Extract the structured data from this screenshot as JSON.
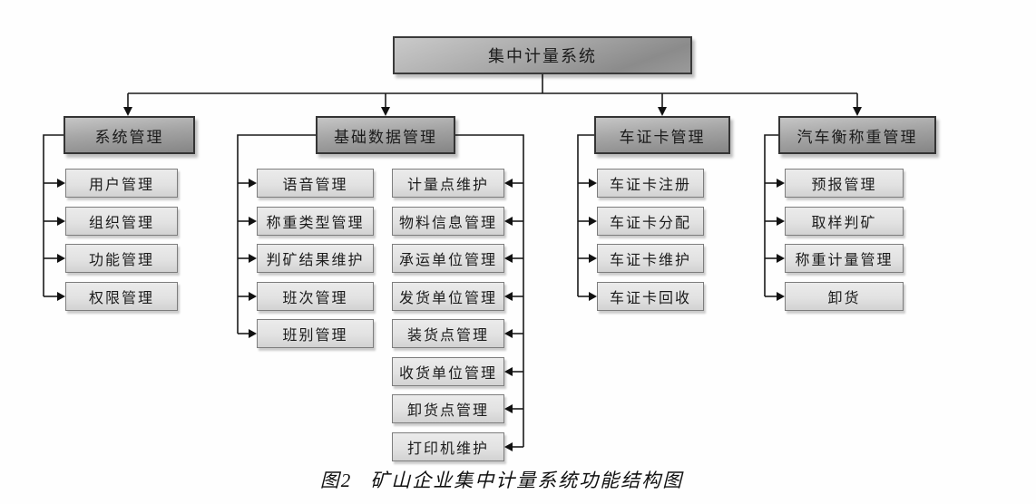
{
  "figure": {
    "root_label": "集中计量系统",
    "branches": [
      {
        "title": "系统管理",
        "children": [
          "用户管理",
          "组织管理",
          "功能管理",
          "权限管理"
        ]
      },
      {
        "title": "基础数据管理",
        "children_left": [
          "语音管理",
          "称重类型管理",
          "判矿结果维护",
          "班次管理",
          "班别管理"
        ],
        "children_right": [
          "计量点维护",
          "物料信息管理",
          "承运单位管理",
          "发货单位管理",
          "装货点管理",
          "收货单位管理",
          "卸货点管理",
          "打印机维护"
        ]
      },
      {
        "title": "车证卡管理",
        "children": [
          "车证卡注册",
          "车证卡分配",
          "车证卡维护",
          "车证卡回收"
        ]
      },
      {
        "title": "汽车衡称重管理",
        "children": [
          "预报管理",
          "取样判矿",
          "称重计量管理",
          "卸货"
        ]
      }
    ],
    "caption": {
      "label": "图2",
      "title": "矿山企业集中计量系统功能结构图"
    },
    "colors": {
      "box_border_dark": "#343434",
      "header_gray_light": "#c6c6c6",
      "header_gray_dark": "#858585",
      "child_fill_light": "#ebebeb",
      "child_fill_dark": "#d2d2d2",
      "connector": "#1a1a1a",
      "background": "#fefefe"
    }
  }
}
